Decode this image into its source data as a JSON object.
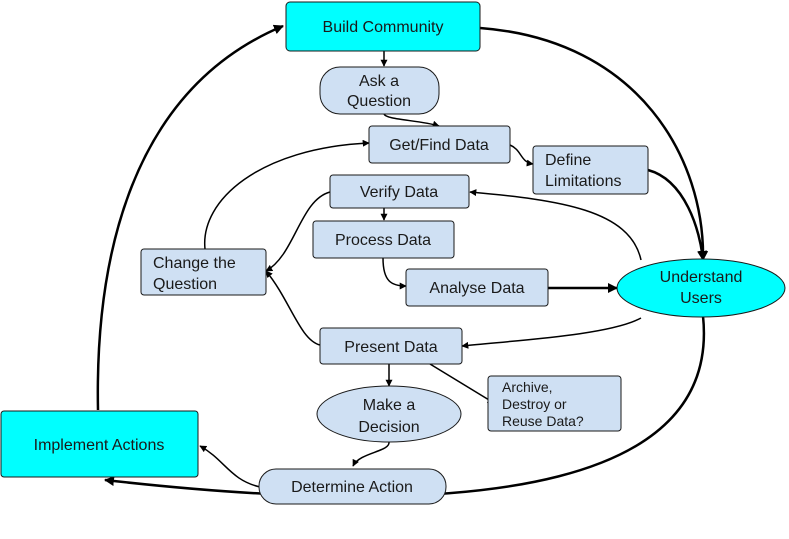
{
  "nodes": {
    "build_community": "Build Community",
    "ask_question": [
      "Ask a",
      "Question"
    ],
    "get_find_data": "Get/Find Data",
    "define_limitations": [
      "Define",
      "Limitations"
    ],
    "verify_data": "Verify Data",
    "process_data": "Process Data",
    "analyse_data": "Analyse Data",
    "change_question": [
      "Change the",
      "Question"
    ],
    "present_data": "Present Data",
    "understand_users": [
      "Understand",
      "Users"
    ],
    "make_decision": [
      "Make a",
      "Decision"
    ],
    "archive": [
      "Archive,",
      "Destroy or",
      "Reuse Data?"
    ],
    "implement_actions": "Implement Actions",
    "determine_action": "Determine Action"
  },
  "colors": {
    "node_fill": "#cfe0f3",
    "highlight_fill": "#00ffff",
    "outline": "#1a1a1a"
  }
}
